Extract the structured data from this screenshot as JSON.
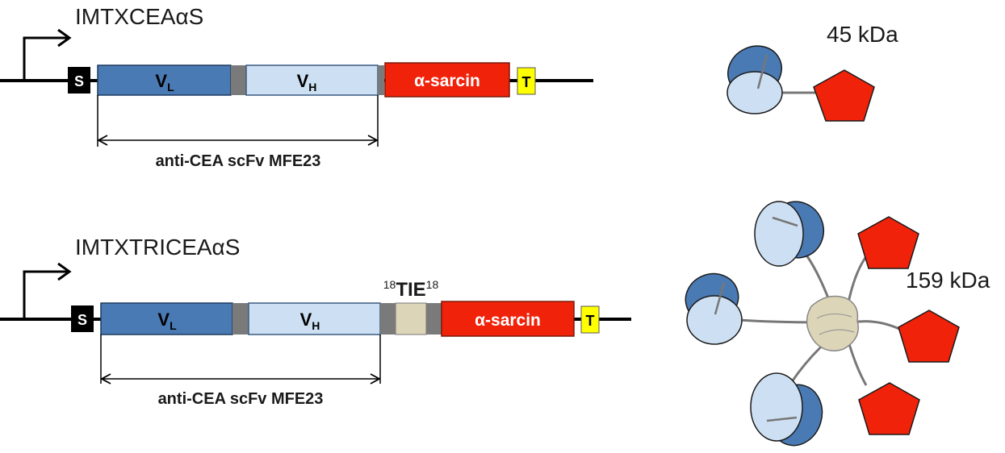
{
  "constructs": [
    {
      "name": "IMTXCEAαS",
      "segments": {
        "signal": "S",
        "vl": {
          "main": "V",
          "sub": "L"
        },
        "vh": {
          "main": "V",
          "sub": "H"
        },
        "toxin": "α-sarcin",
        "terminator": "T"
      },
      "bracket_label": "anti-CEA scFv MFE23",
      "mass": "45 kDa"
    },
    {
      "name": "IMTXTRICEAαS",
      "segments": {
        "signal": "S",
        "vl": {
          "main": "V",
          "sub": "L"
        },
        "vh": {
          "main": "V",
          "sub": "H"
        },
        "trimerization": {
          "pre": "18",
          "main": "TIE",
          "post": "18"
        },
        "toxin": "α-sarcin",
        "terminator": "T"
      },
      "bracket_label": "anti-CEA scFv MFE23",
      "mass": "159 kDa"
    }
  ],
  "colors": {
    "vl": "#4a7ab3",
    "vh": "#cde0f3",
    "toxin": "#f0220a",
    "terminator": "#ffff00",
    "signal": "#000000",
    "linker": "#7a7a7a",
    "trimerization": "#ddd5b8"
  }
}
